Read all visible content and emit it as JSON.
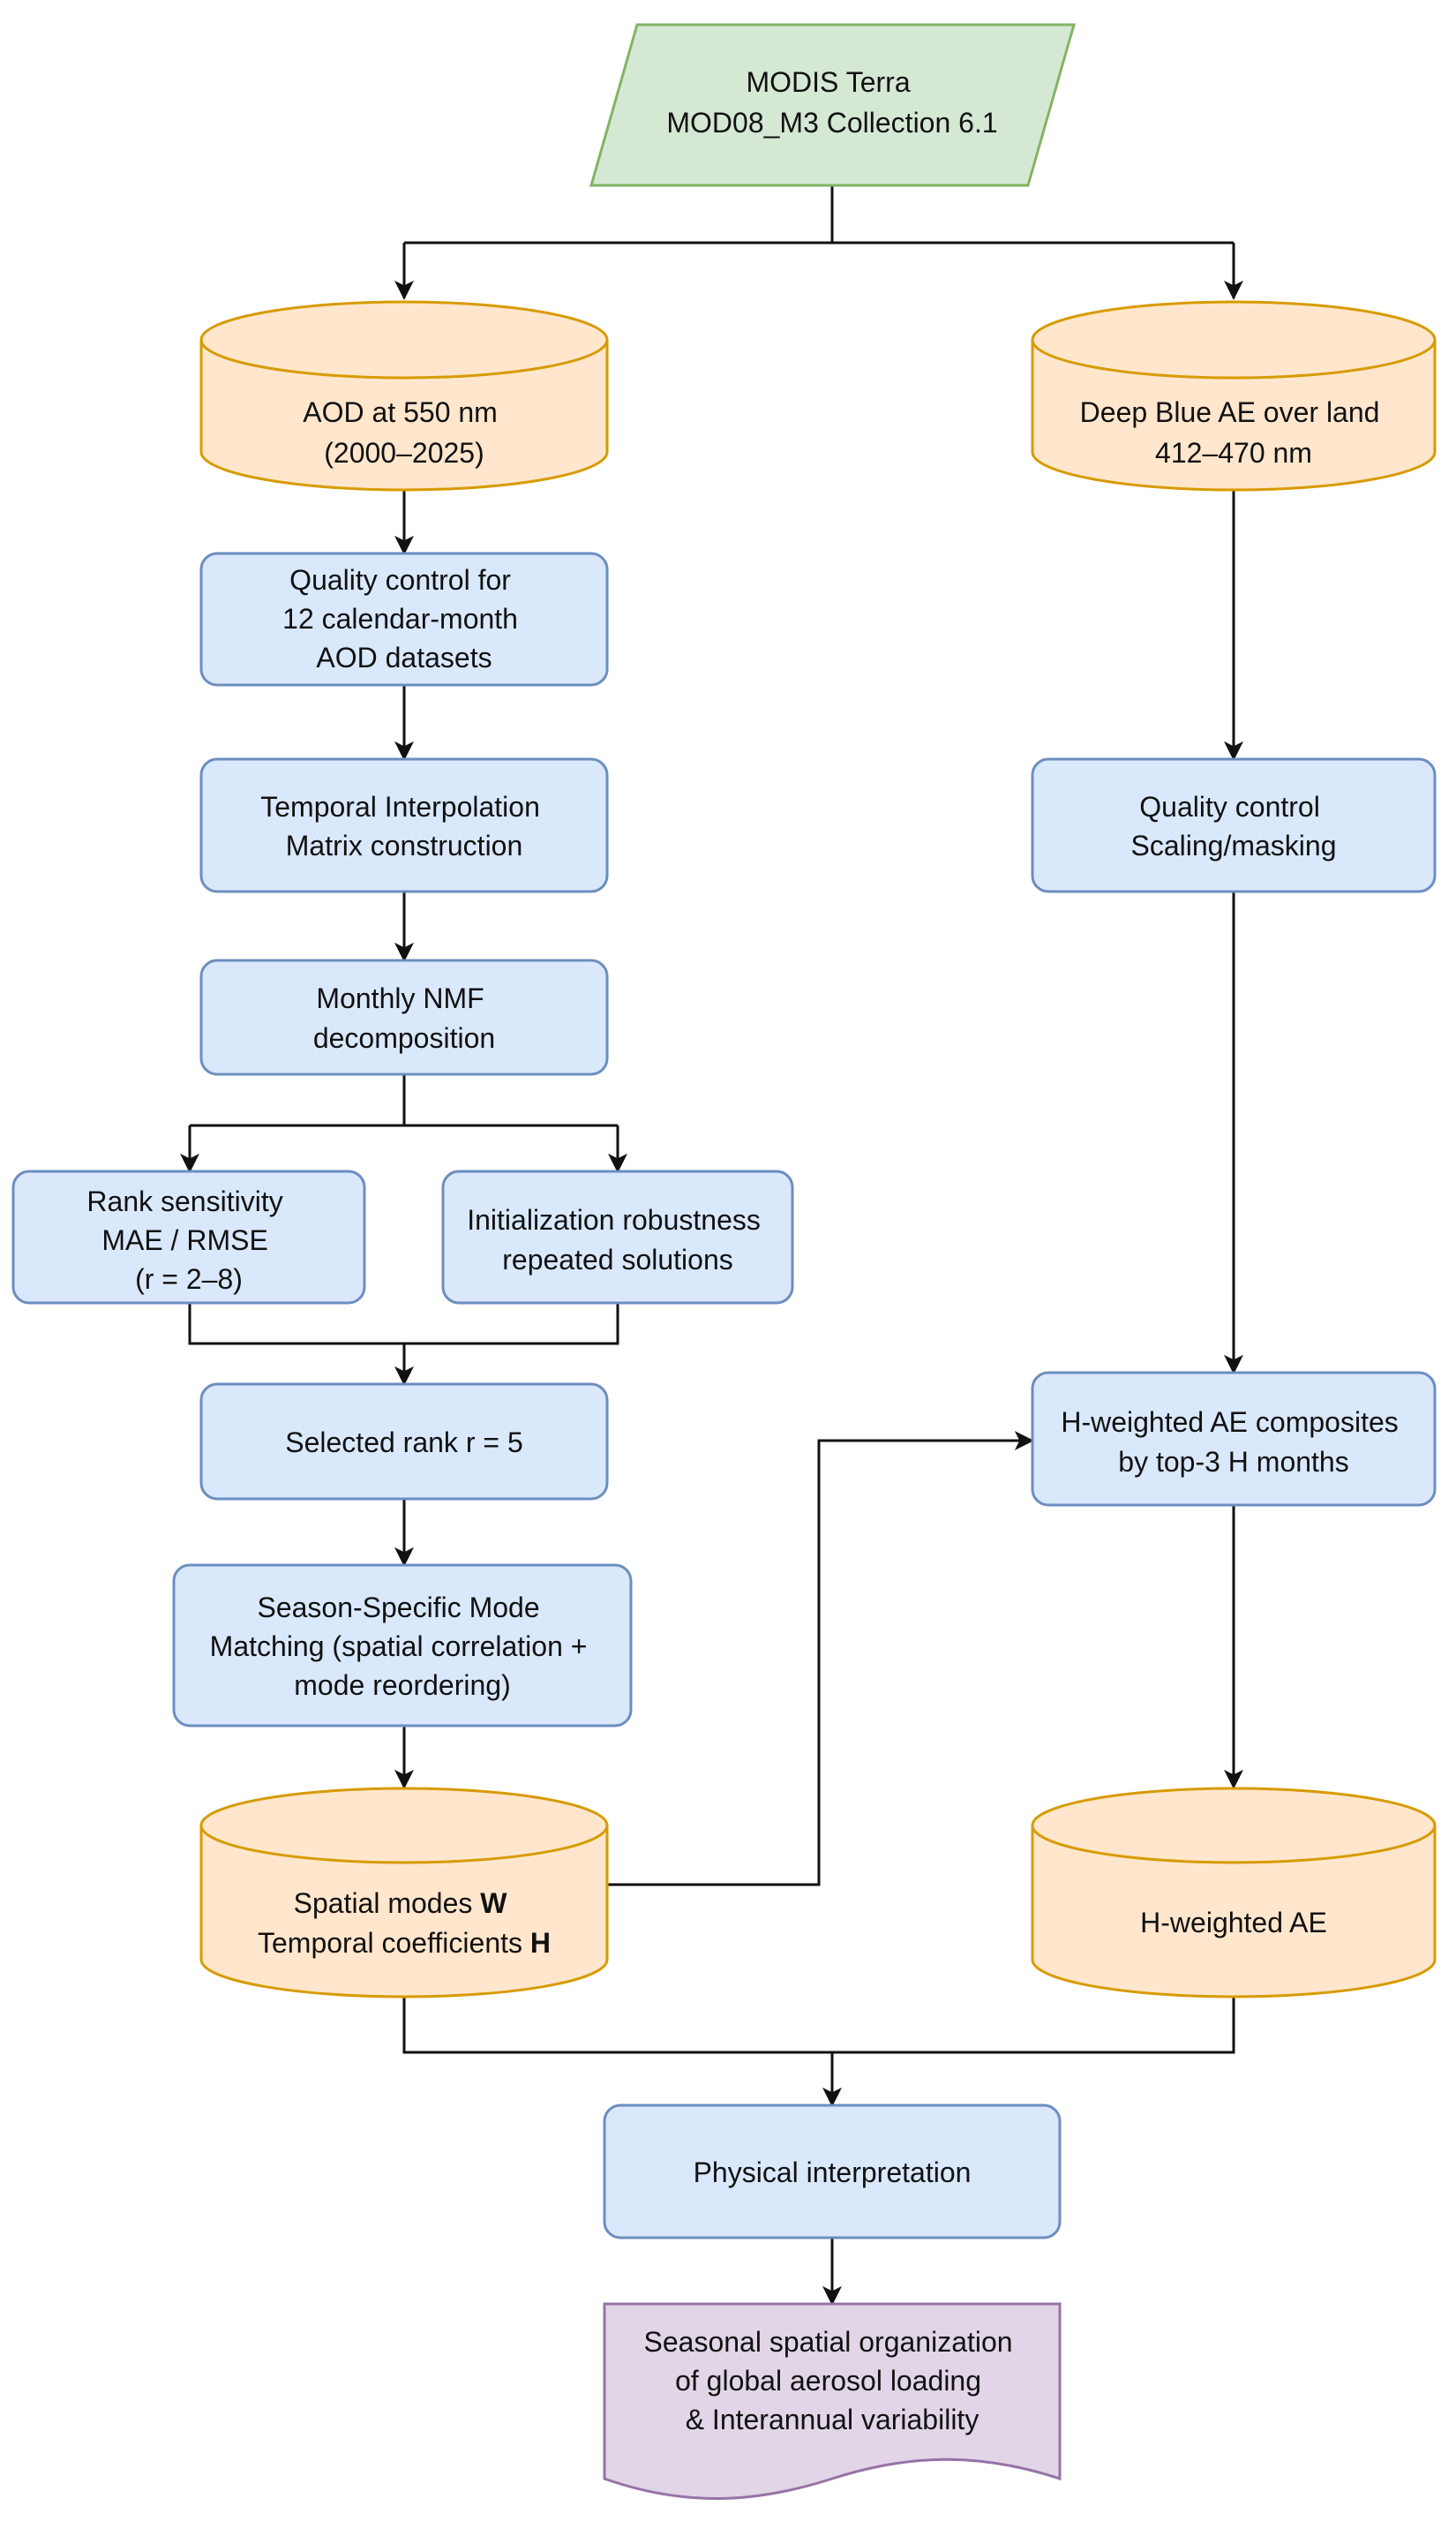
{
  "nodes": {
    "modis": {
      "lines": [
        "MODIS Terra",
        "MOD08_M3 Collection 6.1"
      ]
    },
    "aod": {
      "lines": [
        "AOD at 550 nm",
        "(2000–2025)"
      ]
    },
    "deep_blue": {
      "lines": [
        "Deep Blue AE over land",
        "412–470 nm"
      ]
    },
    "qc_aod": {
      "lines": [
        "Quality control for",
        "12 calendar-month",
        "AOD datasets"
      ]
    },
    "temporal": {
      "lines": [
        "Temporal Interpolation",
        "Matrix construction"
      ]
    },
    "qc_ae": {
      "lines": [
        "Quality control",
        "Scaling/masking"
      ]
    },
    "nmf": {
      "lines": [
        "Monthly NMF",
        "decomposition"
      ]
    },
    "rank_sens": {
      "lines": [
        "Rank sensitivity",
        "MAE / RMSE",
        "(r = 2–8)"
      ]
    },
    "init_rob": {
      "lines": [
        "Initialization robustness",
        "repeated solutions"
      ]
    },
    "selected": {
      "lines": [
        "Selected rank r = 5"
      ]
    },
    "hw_composites": {
      "lines": [
        "H-weighted AE composites",
        "by top-3 H months"
      ]
    },
    "season": {
      "lines": [
        "Season-Specific Mode",
        "Matching (spatial correlation +",
        "mode reordering)"
      ]
    },
    "modes": {
      "line1_text": "Spatial modes ",
      "line1_bold": "W",
      "line2_text": "Temporal coefficients ",
      "line2_bold": "H"
    },
    "hw_ae": {
      "lines": [
        "H-weighted AE"
      ]
    },
    "physical": {
      "lines": [
        "Physical interpretation"
      ]
    },
    "result": {
      "lines": [
        "Seasonal spatial organization",
        "of global aerosol loading",
        "& Interannual variability"
      ]
    }
  },
  "colors": {
    "process_fill": "#dae8fc",
    "process_stroke": "#6c8ebf",
    "data_fill": "#ffe6cc",
    "data_stroke": "#d79b00",
    "input_fill": "#d5e8d4",
    "input_stroke": "#82b366",
    "output_fill": "#e1d5e7",
    "output_stroke": "#9673a6"
  }
}
